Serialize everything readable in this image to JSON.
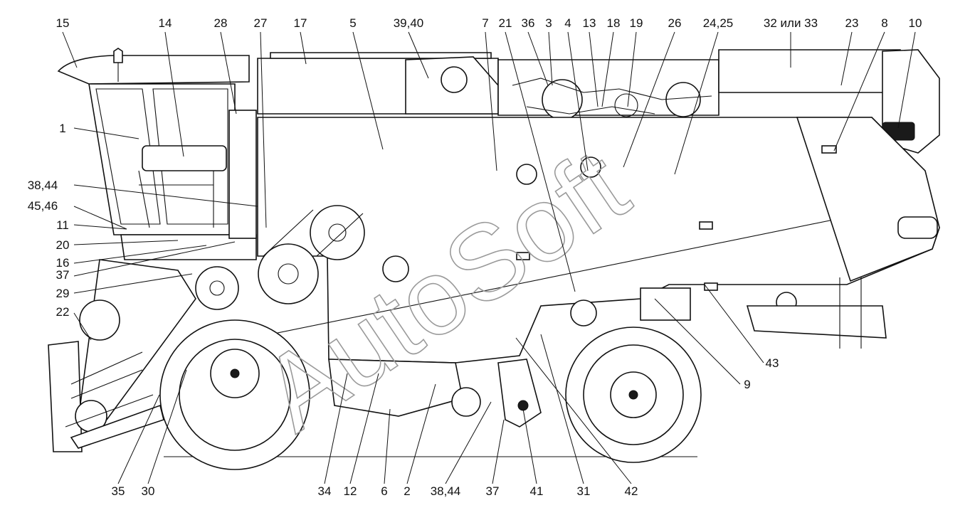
{
  "diagram": {
    "callouts_top": [
      "15",
      "14",
      "28",
      "27",
      "17",
      "5",
      "39,40",
      "7",
      "21",
      "36",
      "3",
      "4",
      "13",
      "18",
      "19",
      "26",
      "24,25",
      "32 или 33",
      "23",
      "8",
      "10"
    ],
    "callouts_left": [
      "1",
      "38,44",
      "45,46",
      "11",
      "20",
      "16",
      "37",
      "29",
      "22"
    ],
    "callouts_right": [
      "43",
      "9"
    ],
    "callouts_bottom": [
      "35",
      "30",
      "34",
      "12",
      "6",
      "2",
      "38,44",
      "37",
      "41",
      "31",
      "42"
    ],
    "watermark": "AutoSoft",
    "colors": {
      "line": "#111111",
      "watermark": "#9a9a9a",
      "background": "#ffffff"
    }
  }
}
